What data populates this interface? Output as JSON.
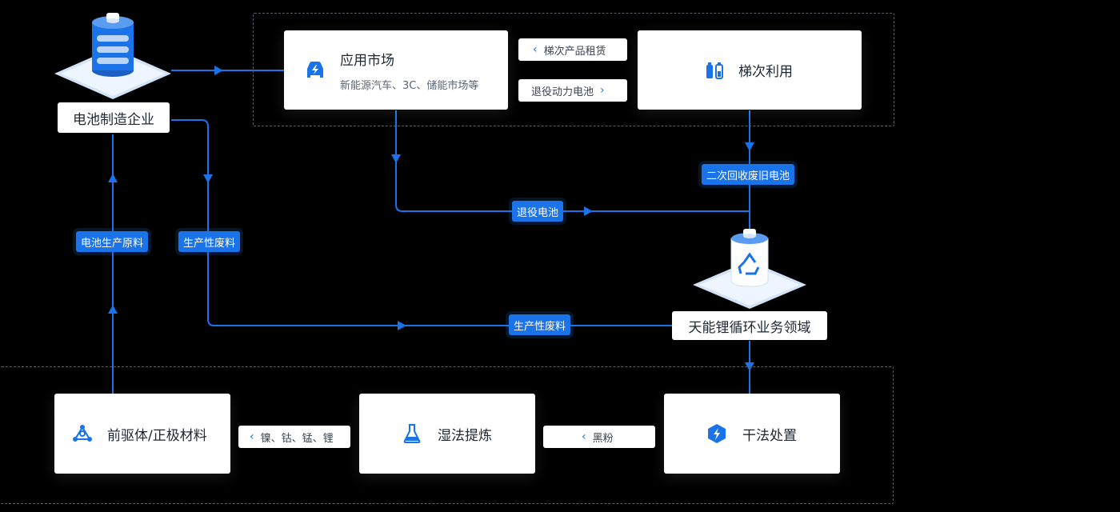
{
  "nodes": {
    "battery_maker": {
      "label": "电池制造企业"
    },
    "app_market": {
      "title": "应用市场",
      "subtitle": "新能源汽车、3C、储能市场等"
    },
    "cascade_use": {
      "title": "梯次利用"
    },
    "recycle_domain": {
      "label": "天能锂循环业务领域"
    },
    "precursor": {
      "title": "前驱体/正极材料"
    },
    "wet_refine": {
      "title": "湿法提炼"
    },
    "dry_process": {
      "title": "干法处置"
    }
  },
  "flows": {
    "cascade_rental": "梯次产品租赁",
    "retired_power_battery": "退役动力电池",
    "secondary_recycle": "二次回收废旧电池",
    "retired_battery": "退役电池",
    "battery_raw_material": "电池生产原料",
    "production_waste_left": "生产性废料",
    "production_waste_mid": "生产性废料",
    "metals": "镍、钴、锰、锂",
    "black_powder": "黑粉"
  },
  "icons": {
    "battery_maker": "battery-stack-icon",
    "app_market": "car-bolt-icon",
    "cascade_use": "battery-pair-icon",
    "recycle_domain": "recycle-bin-icon",
    "precursor": "molecule-icon",
    "wet_refine": "flask-icon",
    "dry_process": "cube-bolt-icon"
  },
  "colors": {
    "accent": "#1a73e8",
    "background": "#000000",
    "card": "#ffffff",
    "text": "#1e2733",
    "dashed_border": "#5a5f66"
  }
}
